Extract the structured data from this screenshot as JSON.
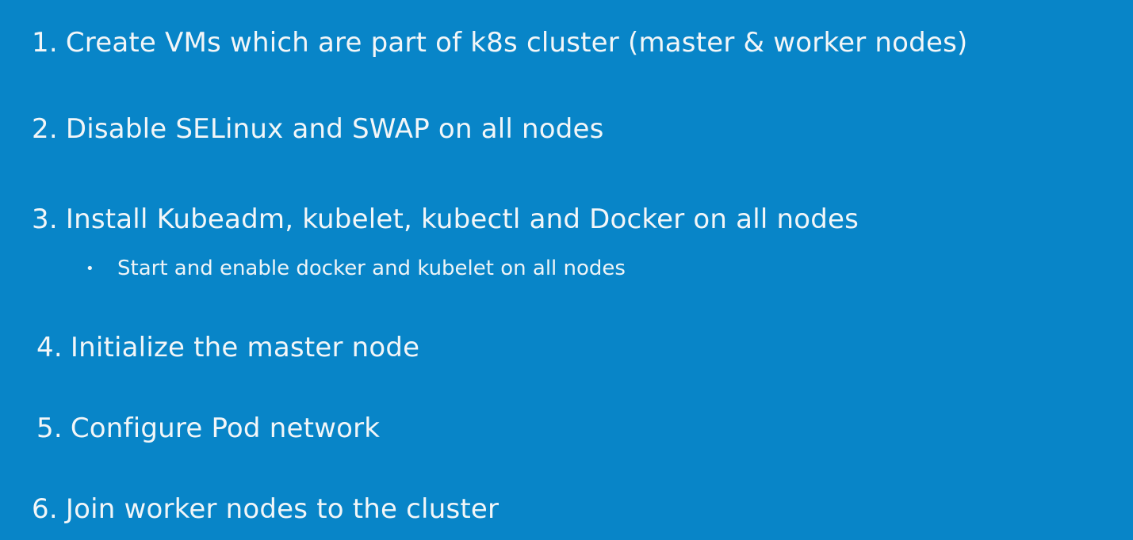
{
  "slide": {
    "steps": [
      {
        "number": "1.",
        "text": "Create VMs which are part of k8s cluster (master & worker nodes)"
      },
      {
        "number": "2.",
        "text": "Disable SELinux and SWAP on all nodes"
      },
      {
        "number": "3.",
        "text": "Install Kubeadm, kubelet, kubectl and Docker on all nodes"
      },
      {
        "number": "4.",
        "text": "Initialize the master node"
      },
      {
        "number": "5.",
        "text": "Configure Pod network"
      },
      {
        "number": "6.",
        "text": "Join worker nodes to the cluster"
      }
    ],
    "substeps": [
      {
        "bullet": "•",
        "text": "Start and enable docker and kubelet on all nodes"
      }
    ],
    "colors": {
      "background": "#0885c8",
      "text": "#f2f6f8"
    }
  }
}
